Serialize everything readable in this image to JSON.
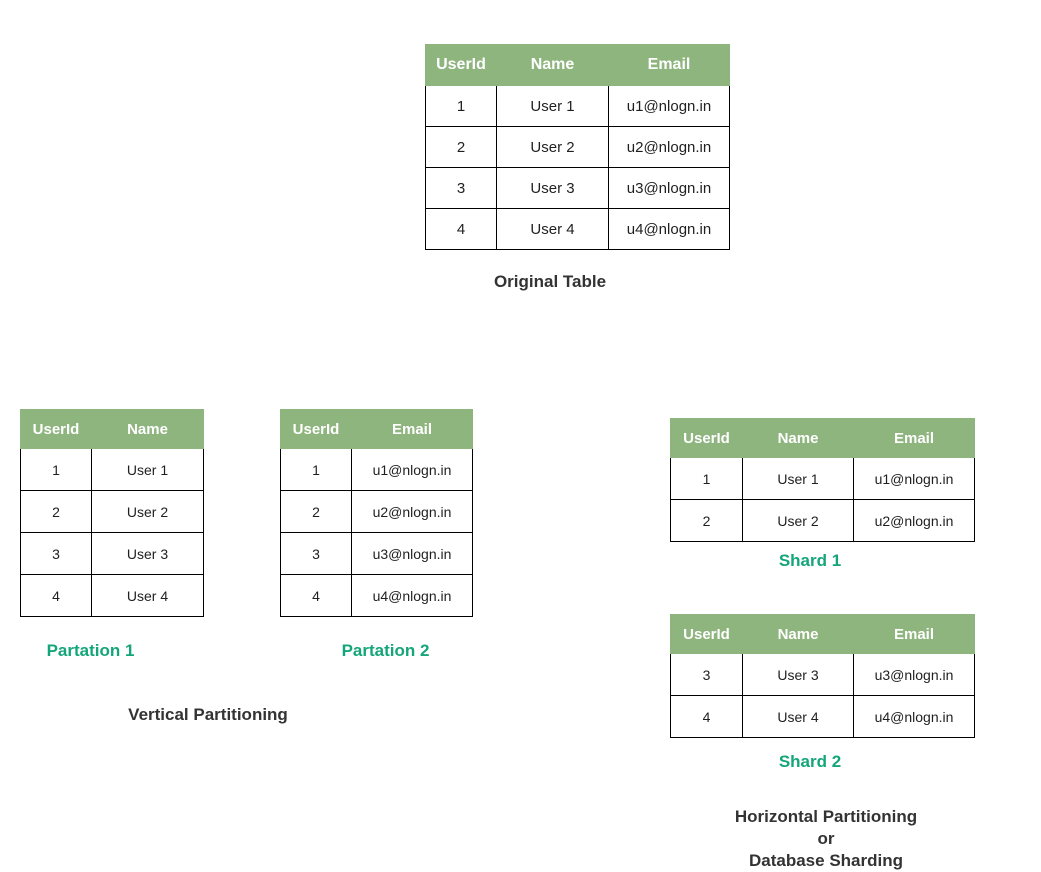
{
  "theme": {
    "header_green": "#8fb57f",
    "accent_teal": "#15a57a",
    "caption_gray": "#333333",
    "cell_text": "#1f1f1f",
    "border": "#000000",
    "background": "#ffffff"
  },
  "original_table": {
    "name": "Original Table",
    "caption": "Original Table",
    "columns": [
      "UserId",
      "Name",
      "Email"
    ],
    "rows": [
      [
        "1",
        "User 1",
        "u1@nlogn.in"
      ],
      [
        "2",
        "User 2",
        "u2@nlogn.in"
      ],
      [
        "3",
        "User 3",
        "u3@nlogn.in"
      ],
      [
        "4",
        "User 4",
        "u4@nlogn.in"
      ]
    ]
  },
  "vertical_partitioning": {
    "caption": "Vertical Partitioning",
    "partitions": [
      {
        "label": "Partation 1",
        "columns": [
          "UserId",
          "Name"
        ],
        "rows": [
          [
            "1",
            "User 1"
          ],
          [
            "2",
            "User 2"
          ],
          [
            "3",
            "User 3"
          ],
          [
            "4",
            "User 4"
          ]
        ]
      },
      {
        "label": "Partation 2",
        "columns": [
          "UserId",
          "Email"
        ],
        "rows": [
          [
            "1",
            "u1@nlogn.in"
          ],
          [
            "2",
            "u2@nlogn.in"
          ],
          [
            "3",
            "u3@nlogn.in"
          ],
          [
            "4",
            "u4@nlogn.in"
          ]
        ]
      }
    ]
  },
  "horizontal_partitioning": {
    "caption_line1": "Horizontal Partitioning",
    "caption_line2": "or",
    "caption_line3": "Database Sharding",
    "shards": [
      {
        "label": "Shard 1",
        "columns": [
          "UserId",
          "Name",
          "Email"
        ],
        "rows": [
          [
            "1",
            "User 1",
            "u1@nlogn.in"
          ],
          [
            "2",
            "User 2",
            "u2@nlogn.in"
          ]
        ]
      },
      {
        "label": "Shard 2",
        "columns": [
          "UserId",
          "Name",
          "Email"
        ],
        "rows": [
          [
            "3",
            "User 3",
            "u3@nlogn.in"
          ],
          [
            "4",
            "User 4",
            "u4@nlogn.in"
          ]
        ]
      }
    ]
  }
}
